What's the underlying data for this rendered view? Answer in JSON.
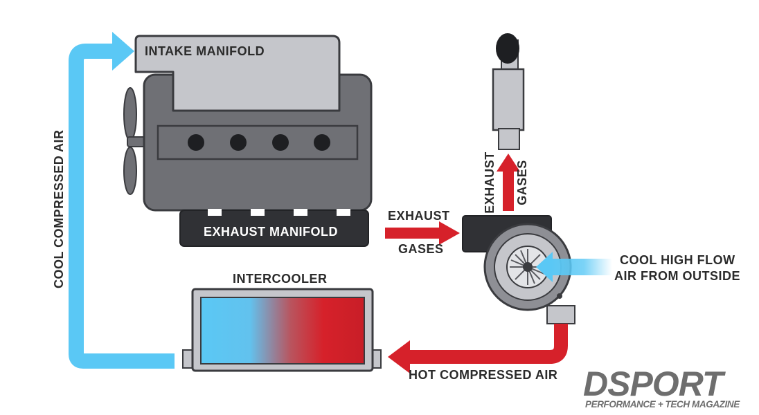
{
  "labels": {
    "intake_manifold": "INTAKE MANIFOLD",
    "exhaust_manifold": "EXHAUST MANIFOLD",
    "intercooler": "INTERCOOLER",
    "cool_compressed_air": "COOL COMPRESSED AIR",
    "exhaust_gases_horizontal_1": "EXHAUST",
    "exhaust_gases_horizontal_2": "GASES",
    "exhaust_gases_vertical_1": "EXHAUST",
    "exhaust_gases_vertical_2": "GASES",
    "cool_high_flow_1": "COOL HIGH FLOW",
    "cool_high_flow_2": "AIR FROM OUTSIDE",
    "hot_compressed_air": "HOT COMPRESSED AIR"
  },
  "brand": {
    "name": "DSPORT",
    "tagline": "PERFORMANCE + TECH MAGAZINE"
  },
  "colors": {
    "cool_air": "#5ac8f5",
    "hot_air": "#d6212a",
    "engine_block": "#6f7075",
    "intake": "#c5c6cb",
    "exhaust_manifold": "#303135"
  }
}
